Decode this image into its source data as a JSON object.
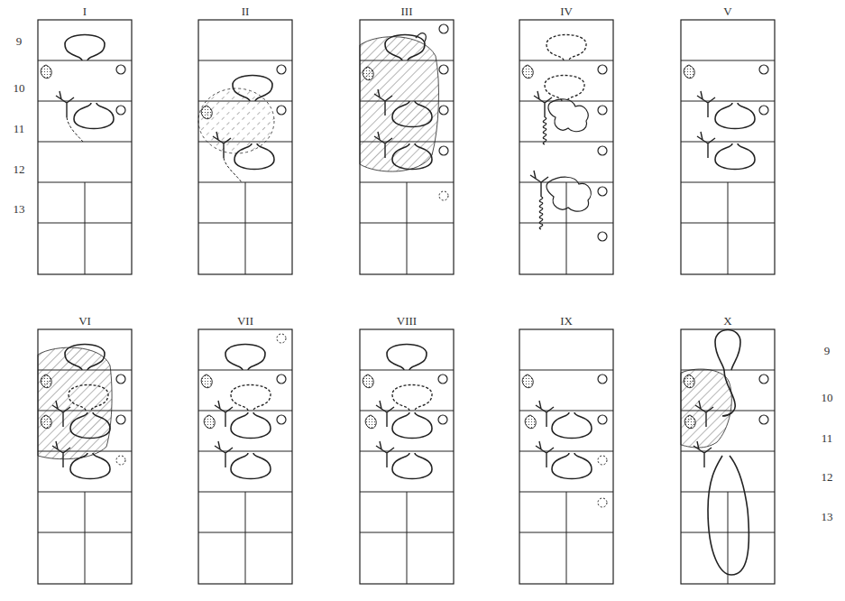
{
  "diagram": {
    "labels": [
      "I",
      "II",
      "III",
      "IV",
      "V",
      "VI",
      "VII",
      "VIII",
      "IX",
      "X",
      "9",
      "10",
      "11",
      "12",
      "13",
      "9",
      "10",
      "11",
      "12",
      "13"
    ]
  }
}
